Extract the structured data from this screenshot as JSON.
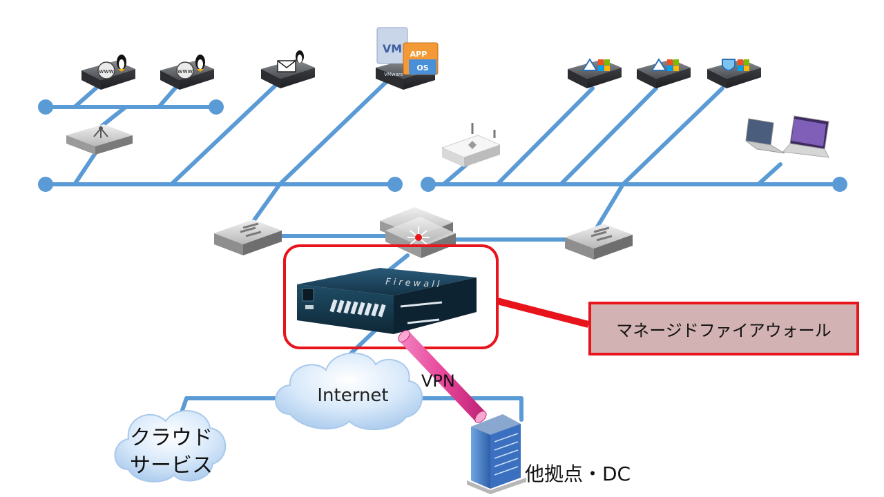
{
  "callout": {
    "label": "マネージドファイアウォール"
  },
  "firewall": {
    "brand_text": "Firewall"
  },
  "cloud_internet": {
    "label": "Internet"
  },
  "vpn": {
    "label": "VPN"
  },
  "cloud_service": {
    "line1": "クラウド",
    "line2": "サービス"
  },
  "branch": {
    "label": "他拠点・DC"
  },
  "server_badges": {
    "web": "www",
    "vm": "VM",
    "app": "APP",
    "os": "OS",
    "vmware": "VMware"
  },
  "colors": {
    "network_line": "#5b9bd5",
    "highlight_red": "#e8141c",
    "callout_fill": "#d2b2b2",
    "vpn_tube": "#e8479a",
    "cloud_fill": "#cfe3f7"
  },
  "icons": [
    "linux-web-server-icon",
    "mail-server-icon",
    "vmware-vm-icon",
    "windows-server-icon",
    "router-icon",
    "switch-icon",
    "core-switch-icon",
    "firewall-appliance-icon",
    "laptop-icon",
    "building-icon",
    "cloud-icon"
  ]
}
